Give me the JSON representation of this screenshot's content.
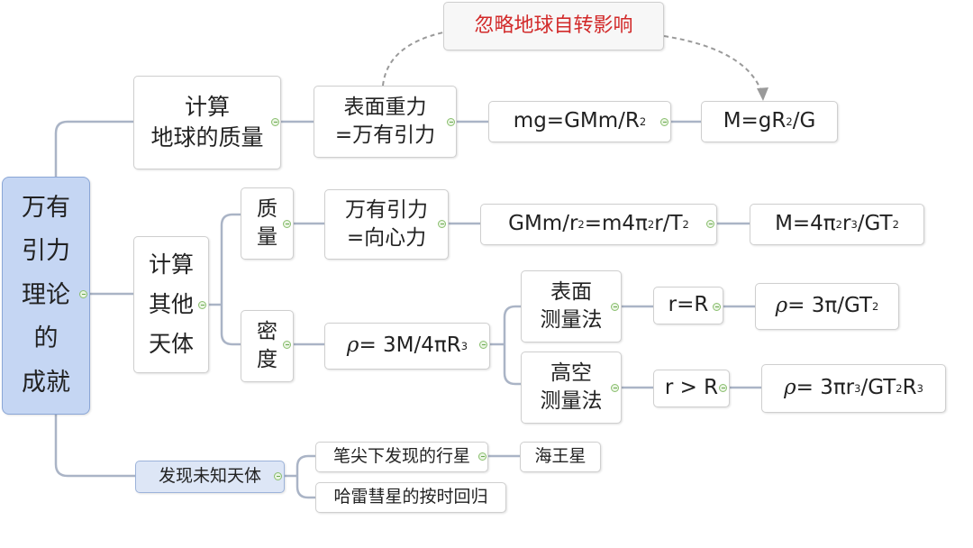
{
  "root": {
    "label": "万有\n引力\n理论\n的\n成就"
  },
  "branch_earth": {
    "label": "计算\n地球的质量",
    "surface_gravity": "表面重力\n=万有引力",
    "eq1_lhs": "mg=GMm/R",
    "eq1_exp": "2",
    "result_m": "M=gR",
    "result_exp": "2",
    "result_tail": "/G",
    "note": "忽略地球自转影响"
  },
  "branch_other": {
    "label": "计算\n其他\n天体",
    "mass": {
      "label": "质\n量",
      "condition": "万有引力\n=向心力",
      "eq_a": "GMm/r",
      "eq_b": "=m4π",
      "eq_c": "r/T",
      "result_a": "M=4π",
      "result_b": "r",
      "result_c": "/GT",
      "sup2": "2",
      "sup3": "3"
    },
    "density": {
      "label": "密\n度",
      "rho": "ρ",
      "formula_a": " = 3M/4πR",
      "sup3": "3",
      "surface_method": "表面\n测量法",
      "surface_cond": "r=R",
      "surface_result_a": " = 3π/GT",
      "sup2": "2",
      "high_method": "高空\n测量法",
      "high_cond": "r > R",
      "high_result_a": " = 3πr",
      "high_result_b": "/GT",
      "high_result_c": "R"
    }
  },
  "branch_discover": {
    "label": "发现未知天体",
    "item1": "笔尖下发现的行星",
    "item1_result": "海王星",
    "item2": "哈雷彗星的按时回归"
  },
  "colors": {
    "line": "#aab4c6",
    "root_fill": "#c5d6f3",
    "accent_red": "#d22a2a"
  }
}
